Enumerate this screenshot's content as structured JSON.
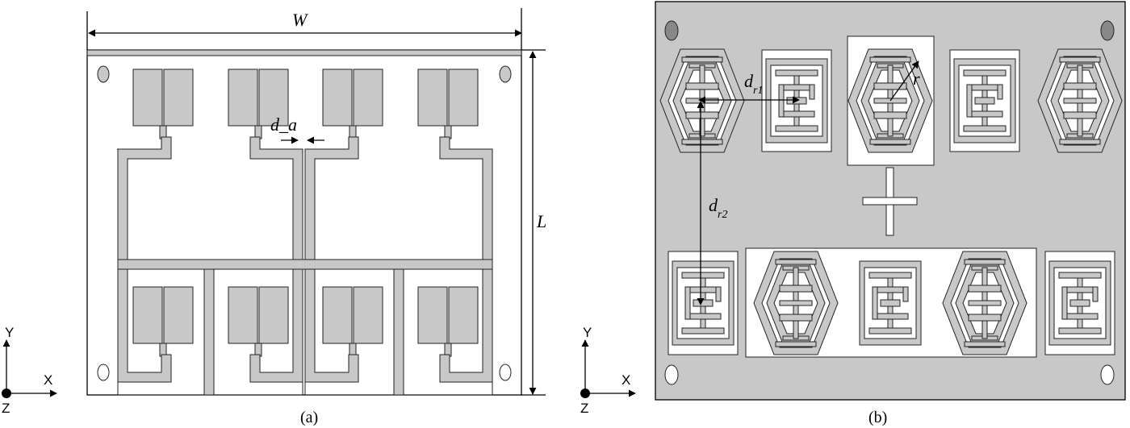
{
  "panel_a": {
    "caption": "(a)",
    "dim_width": "W",
    "dim_length": "L",
    "dim_da_main": "d",
    "dim_da_sub": "a",
    "dim_da_separator": "_"
  },
  "panel_b": {
    "caption": "(b)",
    "dim_r": "r",
    "dim_dr1_main": "d",
    "dim_dr1_sub": "r1",
    "dim_dr2_main": "d",
    "dim_dr2_sub": "r2"
  },
  "axes": {
    "x": "X",
    "y": "Y",
    "z": "Z"
  },
  "colors": {
    "substrate": "#c8c8c8",
    "metal_free": "#ffffff",
    "outline": "#222222"
  }
}
